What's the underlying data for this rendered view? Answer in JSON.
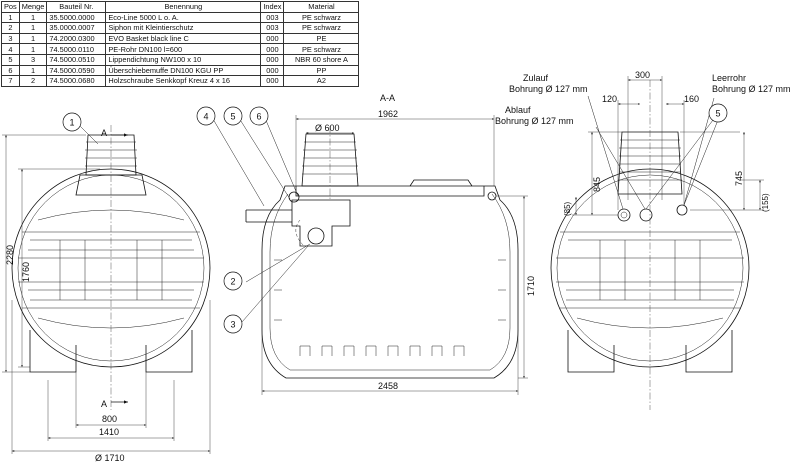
{
  "parts_list": {
    "headers": [
      "Pos",
      "Menge",
      "Bauteil Nr.",
      "Benennung",
      "Index",
      "Material"
    ],
    "rows": [
      [
        "1",
        "1",
        "35.5000.0000",
        "Eco-Line 5000 L o. A.",
        "003",
        "PE schwarz"
      ],
      [
        "2",
        "1",
        "35.0000.0007",
        "Siphon mit Kleintierschutz",
        "003",
        "PE schwarz"
      ],
      [
        "3",
        "1",
        "74.2000.0300",
        "EVO Basket black line C",
        "000",
        "PE"
      ],
      [
        "4",
        "1",
        "74.5000.0110",
        "PE-Rohr DN100 l=600",
        "000",
        "PE schwarz"
      ],
      [
        "5",
        "3",
        "74.5000.0510",
        "Lippendichtung NW100 x 10",
        "000",
        "NBR 60 shore A"
      ],
      [
        "6",
        "1",
        "74.5000.0590",
        "Überschiebemuffe DN100 KGU PP",
        "000",
        "PP"
      ],
      [
        "7",
        "2",
        "74.5000.0680",
        "Holzschraube Senkkopf Kreuz 4 x 16",
        "000",
        "A2"
      ]
    ]
  },
  "section": {
    "title": "A-A",
    "marker": "A"
  },
  "dimensions": {
    "length_top": "1962",
    "opening": "Ø 600",
    "length_bottom": "2458",
    "height_right": "1710",
    "total_height": "2280",
    "diameter_height": "1760",
    "width_inner": "800",
    "width_mid": "1410",
    "width_outer": "Ø 1710",
    "spacing_300": "300",
    "spacing_120": "120",
    "spacing_160": "160",
    "height_845": "845",
    "height_745": "745",
    "height_85": "(85)",
    "height_155": "(155)"
  },
  "labels": {
    "inlet_name": "Zulauf",
    "inlet_bore": "Bohrung Ø 127 mm",
    "outlet_name": "Ablauf",
    "outlet_bore": "Bohrung Ø 127 mm",
    "empty_name": "Leerrohr",
    "empty_bore": "Bohrung Ø 127 mm"
  },
  "balloons": [
    "1",
    "2",
    "3",
    "4",
    "5",
    "6",
    "5"
  ]
}
